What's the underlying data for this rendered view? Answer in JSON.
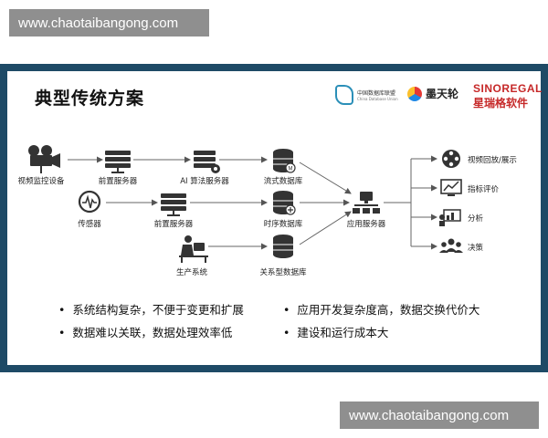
{
  "watermark": {
    "text": "www.chaotaibangong.com"
  },
  "slide": {
    "title": "典型传统方案",
    "logos": {
      "alliance_cn": "中国数据库联盟",
      "alliance_en": "China Database Union",
      "tianlun": "墨天轮",
      "sinoregal_en": "SINOREGAL",
      "sinoregal_cn": "星瑞格软件"
    },
    "nodes": {
      "video_monitor": "视频监控设备",
      "front_server_1": "前置服务器",
      "ai_server": "AI 算法服务器",
      "stream_db": "流式数据库",
      "sensor": "传感器",
      "front_server_2": "前置服务器",
      "ts_db": "时序数据库",
      "app_server": "应用服务器",
      "production": "生产系统",
      "rel_db": "关系型数据库"
    },
    "outputs": [
      "视频回放/展示",
      "指标评价",
      "分析",
      "决策"
    ],
    "bullets_left": [
      "系统结构复杂，不便于变更和扩展",
      "数据难以关联，数据处理效率低"
    ],
    "bullets_right": [
      "应用开发复杂度高，数据交换代价大",
      "建设和运行成本大"
    ]
  }
}
